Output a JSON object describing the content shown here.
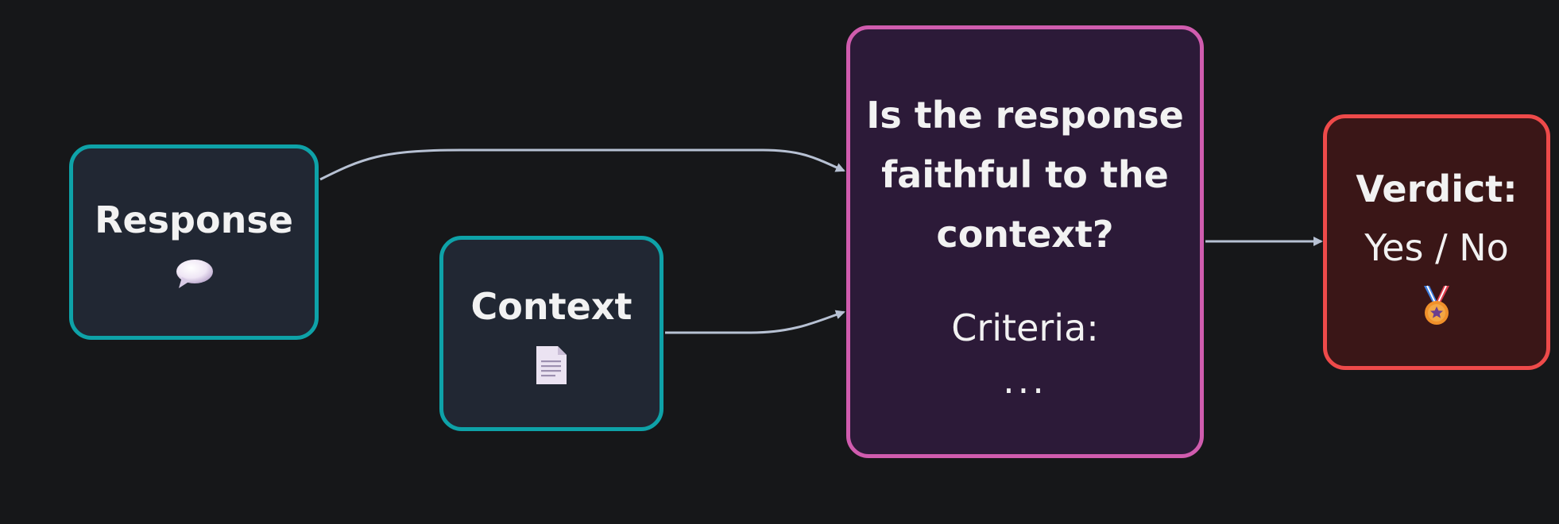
{
  "colors": {
    "background": "#161719",
    "input_fill": "#212733",
    "input_border": "#0ea2a8",
    "question_fill": "#2c1a38",
    "question_border": "#d05cae",
    "verdict_fill": "#3a1617",
    "verdict_border": "#ee4a4a",
    "edge": "#b7c1d3",
    "text": "#f2f2f2"
  },
  "nodes": {
    "response": {
      "label": "Response",
      "icon": "speech-bubble-icon"
    },
    "context": {
      "label": "Context",
      "icon": "document-icon"
    },
    "question": {
      "title": "Is the response faithful to the context?",
      "criteria_label": "Criteria:",
      "criteria_value": "..."
    },
    "verdict": {
      "title": "Verdict:",
      "value": "Yes / No",
      "icon": "medal-icon"
    }
  },
  "edges": [
    {
      "from": "response",
      "to": "question"
    },
    {
      "from": "context",
      "to": "question"
    },
    {
      "from": "question",
      "to": "verdict"
    }
  ]
}
